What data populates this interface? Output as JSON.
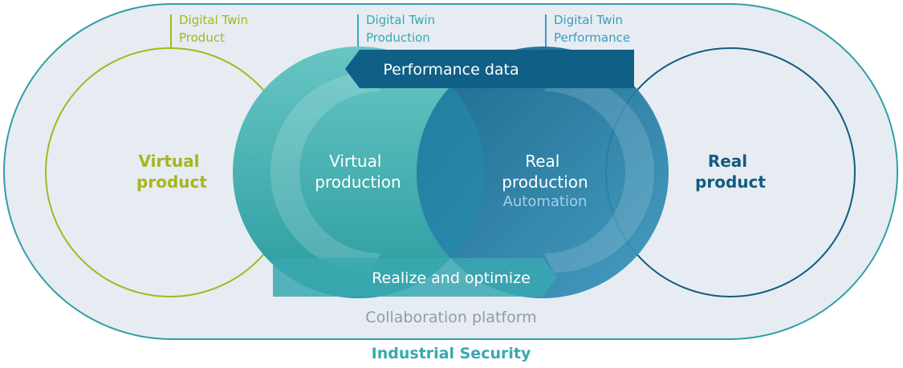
{
  "labels": {
    "digital_twin_product": [
      "Digital Twin",
      "Product"
    ],
    "digital_twin_production": [
      "Digital Twin",
      "Production"
    ],
    "digital_twin_performance": [
      "Digital Twin",
      "Performance"
    ],
    "performance_data": "Performance data",
    "realize_optimize": "Realize and optimize",
    "virtual_product": [
      "Virtual",
      "product"
    ],
    "virtual_production": [
      "Virtual",
      "production"
    ],
    "real_production": [
      "Real",
      "production"
    ],
    "automation": "Automation",
    "real_product": [
      "Real",
      "product"
    ],
    "collaboration_platform": "Collaboration platform",
    "industrial_security": "Industrial Security"
  },
  "colors": {
    "background": "#e6ecf2",
    "lime": "#a6b61e",
    "teal": "#3aa8b0",
    "light_teal": "#62c2c2",
    "mid_blue": "#2b87aa",
    "navy": "#135b7e",
    "grey_text": "#8f9ca8"
  }
}
